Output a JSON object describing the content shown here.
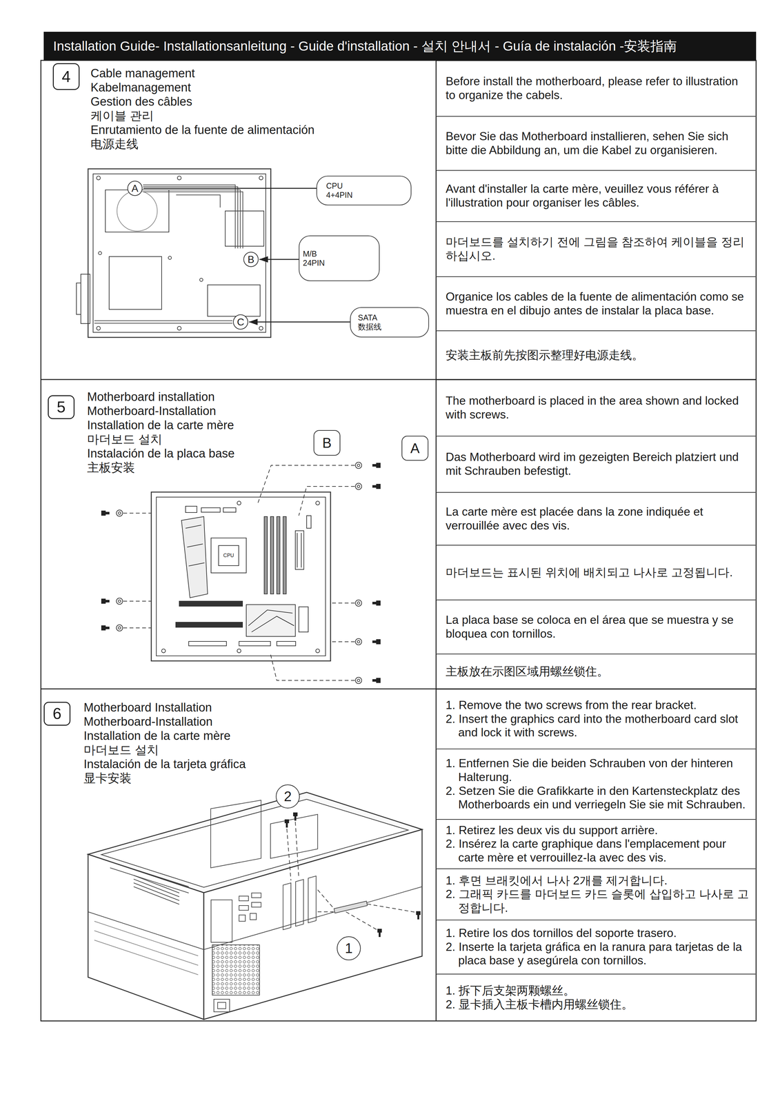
{
  "diagram": {
    "title": "Installation Guide- Installationsanleitung - Guide d'installation - 설치 안내서 - Guía de instalación -安装指南",
    "nodes": [
      {
        "text": [
          "4"
        ]
      },
      {
        "text": [
          "Before install the motherboard, please refer to illustration to organize the cabels."
        ]
      },
      {
        "text": [
          "Bevor Sie das Motherboard installieren, sehen Sie sich bitte die Abbildung an, um die Kabel zu organisieren."
        ]
      },
      {
        "text": [
          "Avant d'installer la carte mère, veuillez vous référer à l'illustration pour organiser les câbles."
        ]
      },
      {
        "text": [
          "마더보드를 설치하기 전에 그림을 참조하여 케이블을 정리하십시오."
        ]
      },
      {
        "text": [
          "Organice los cables de la fuente de alimentación como se muestra en el dibujo antes de instalar la placa base."
        ]
      },
      {
        "text": [
          "安装主板前先按图示整理好电源走线。"
        ]
      },
      {
        "text": [
          "A"
        ]
      },
      {
        "text": [
          "CPU 4+4PIN"
        ]
      },
      {
        "text": [
          "B"
        ]
      },
      {
        "text": [
          "M/B 24PIN"
        ]
      },
      {
        "text": [
          "C"
        ]
      },
      {
        "text": [
          "SATA 数据线"
        ]
      },
      {
        "text": [
          "5"
        ]
      },
      {
        "text": [
          "B"
        ]
      },
      {
        "text": [
          "A"
        ]
      },
      {
        "text": [
          "The motherboard is placed in the area shown and locked with screws."
        ]
      },
      {
        "text": [
          "Das Motherboard wird im gezeigten Bereich platziert und mit Schrauben befestigt."
        ]
      },
      {
        "text": [
          "La carte mère est placée dans la zone indiquée et verrouillée avec des vis."
        ]
      },
      {
        "text": [
          "마더보드는 표시된 위치에 배치되고 나사로 고정됩니다."
        ]
      },
      {
        "text": [
          "La placa base se coloca en el área que se muestra y se bloquea con tornillos."
        ]
      },
      {
        "text": [
          "主板放在示图区域用螺丝锁住。"
        ]
      },
      {
        "text": [
          "6"
        ]
      },
      {
        "text": [
          "1. Remove the two screws from the rear bracket.",
          "2. Insert the graphics card into the motherboard card slot and lock it with screws."
        ]
      },
      {
        "text": [
          "1. Entfernen Sie die beiden Schrauben von der hinteren Halterung.",
          "2. Setzen Sie die Grafikkarte in den Kartensteckplatz des Motherboards ein und verriegeln Sie sie mit Schrauben."
        ]
      },
      {
        "text": [
          "1. Retirez les deux vis du support arrière.",
          "2. Insérez la carte graphique dans l'emplacement pour carte mère et verrouillez-la avec des vis."
        ]
      },
      {
        "text": [
          "1. 후면 브래킷에서 나사 2개를 제거합니다.",
          "2. 그래픽 카드를 마더보드 카드 슬롯에 삽입하고 나사로 고정합니다."
        ]
      },
      {
        "text": [
          "1. Retire los dos tornillos del soporte trasero.",
          "2. Inserte la tarjeta gráfica en la ranura para tarjetas de la placa base y asegúrela con tornillos."
        ]
      },
      {
        "text": [
          "1. 拆下后支架两颗螺丝。",
          "2. 显卡插入主板卡槽内用螺丝锁住。"
        ]
      },
      {
        "text": [
          "2"
        ]
      },
      {
        "text": [
          "1"
        ]
      }
    ],
    "edges": [
      {
        "from": 8,
        "to": 7,
        "arrow": "none"
      },
      {
        "from": 10,
        "to": 9,
        "arrow": "to"
      },
      {
        "from": 12,
        "to": 11,
        "arrow": "to"
      }
    ],
    "labels": [
      "Cable management",
      "Kabelmanagement",
      "Gestion des câbles",
      "케이블 관리",
      "Enrutamiento de la fuente de alimentación",
      "电源走线",
      "Motherboard installation",
      "Motherboard-Installation",
      "Installation de la carte mère",
      "마더보드 설치",
      "Instalación de la placa base",
      "主板安装",
      "Motherboard Installation",
      "Motherboard-Installation",
      "Installation de la carte mère",
      "마더보드 설치",
      "Instalación de la tarjeta gráfica",
      "显卡安装",
      "CPU"
    ]
  }
}
